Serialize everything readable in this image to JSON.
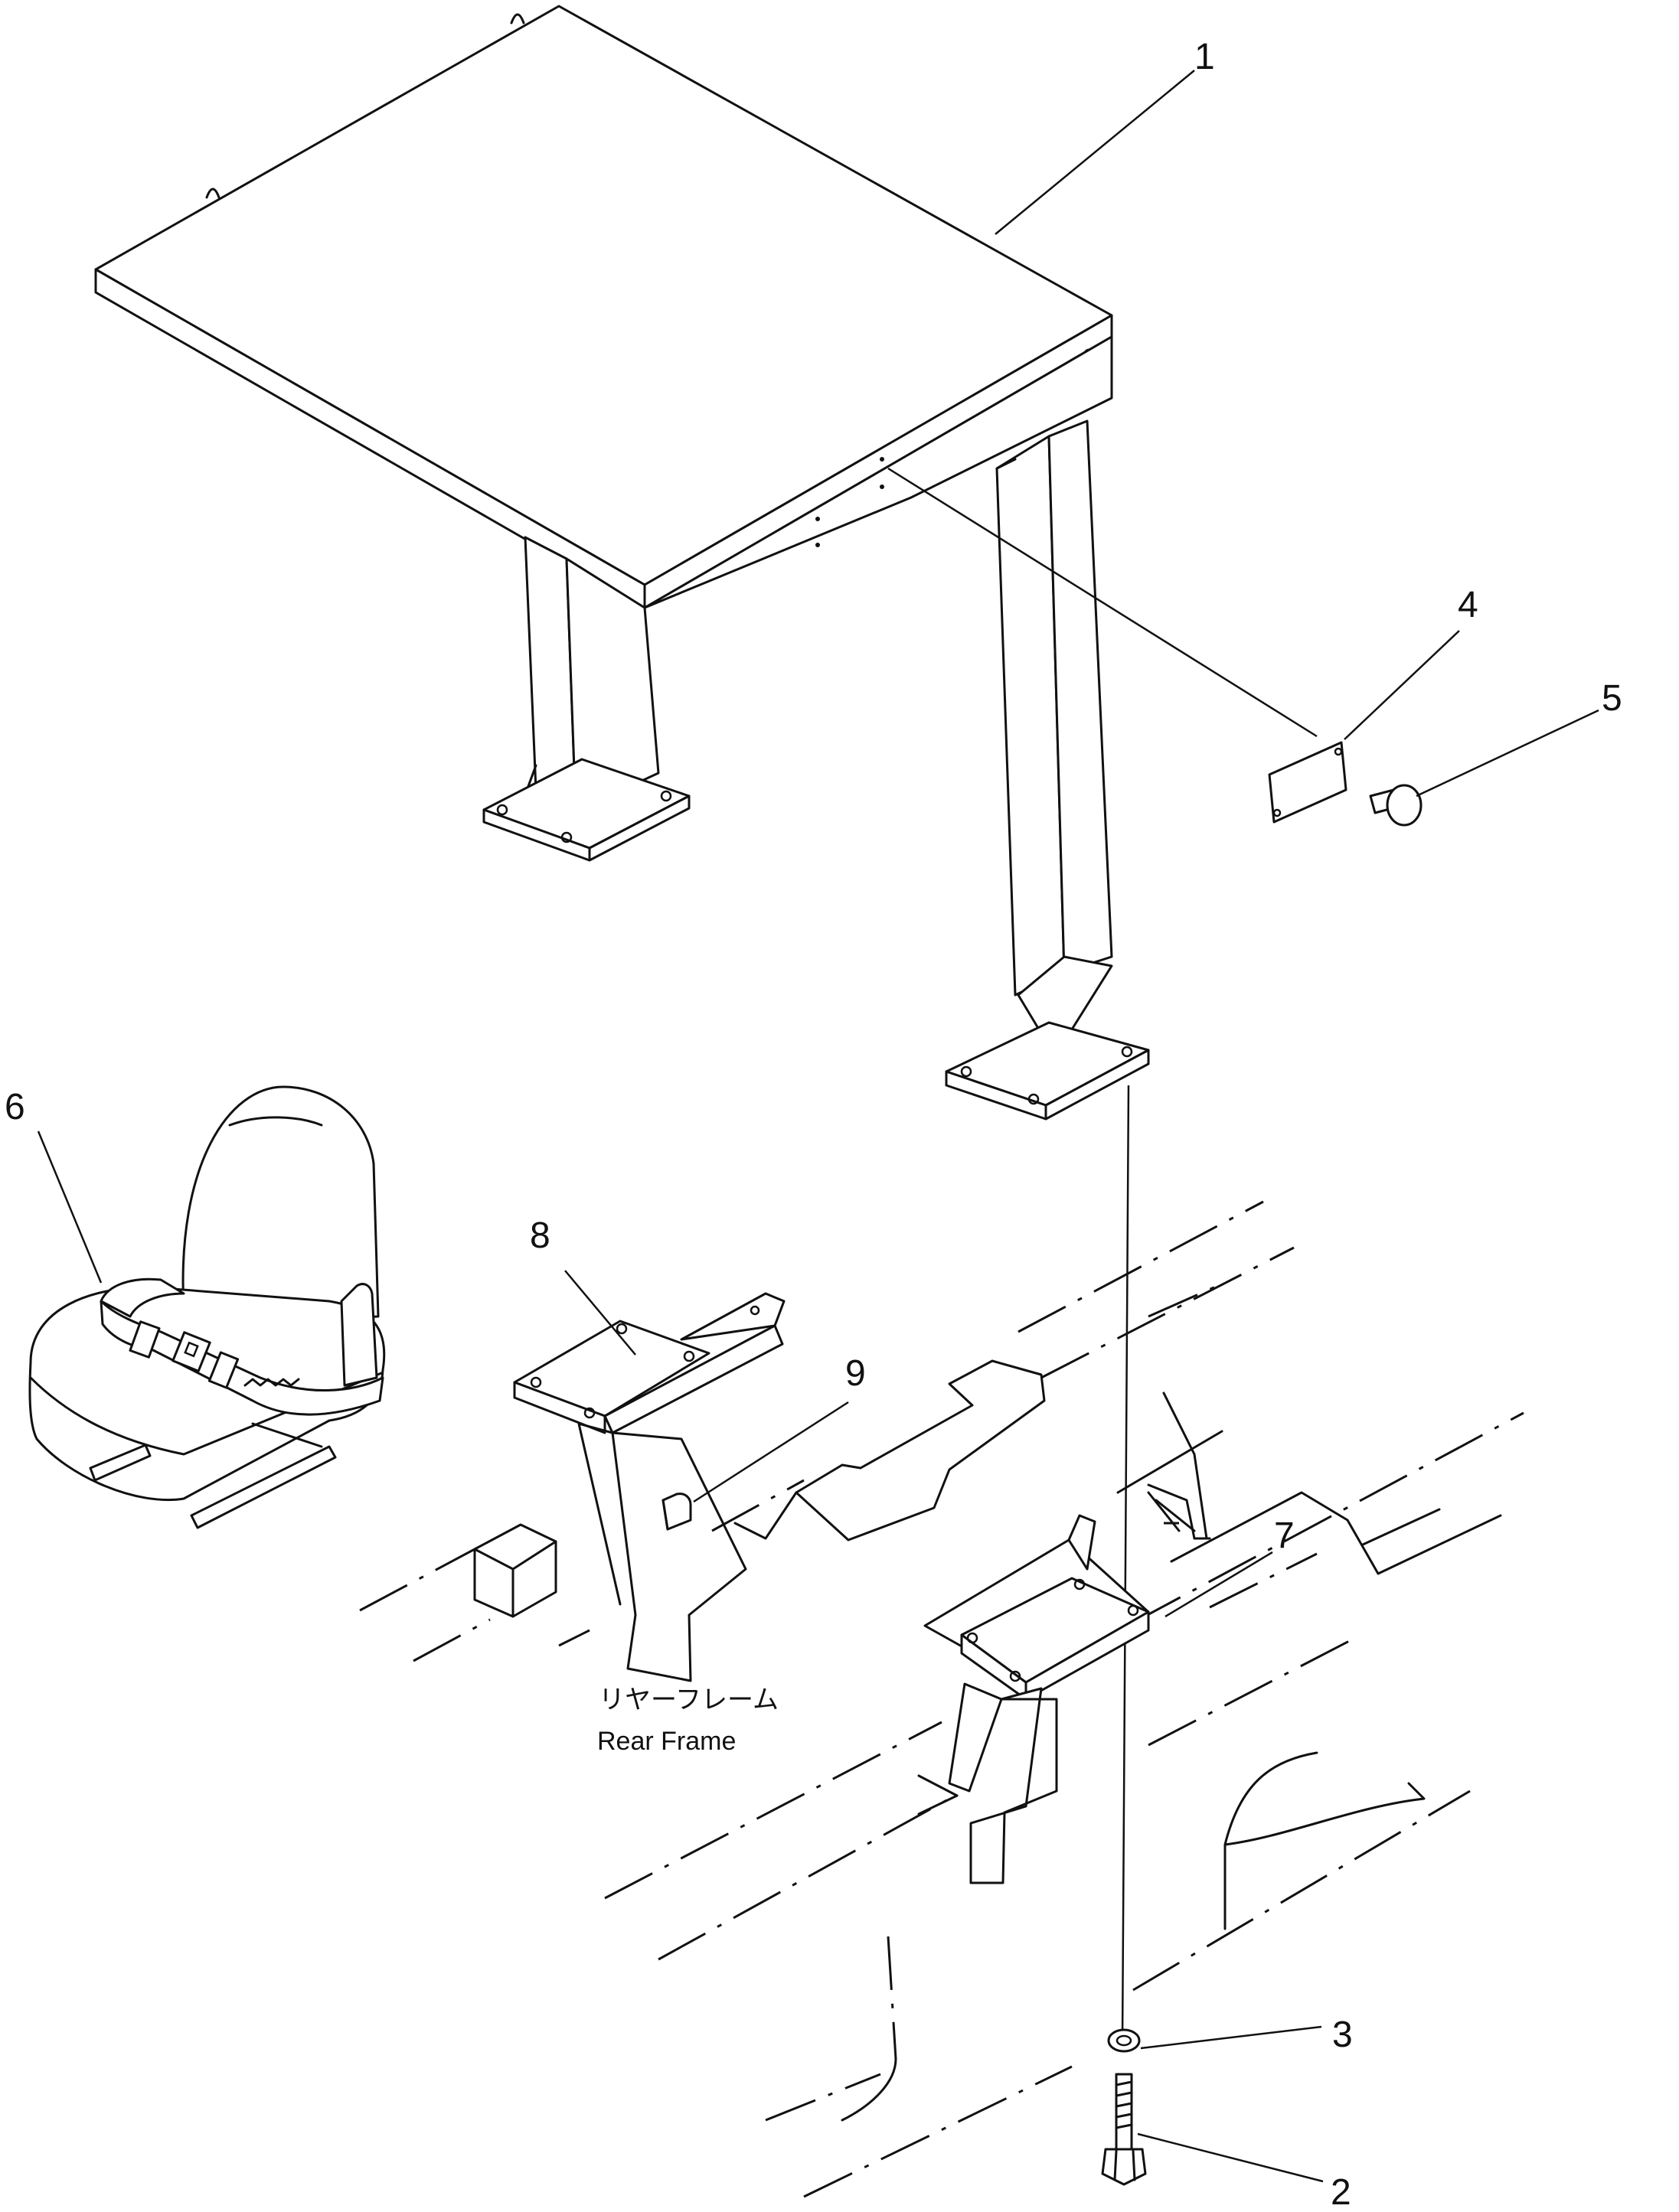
{
  "callouts": [
    {
      "id": "1",
      "label": "1"
    },
    {
      "id": "2",
      "label": "2"
    },
    {
      "id": "3",
      "label": "3"
    },
    {
      "id": "4",
      "label": "4"
    },
    {
      "id": "5",
      "label": "5"
    },
    {
      "id": "6",
      "label": "6"
    },
    {
      "id": "7",
      "label": "7"
    },
    {
      "id": "8",
      "label": "8"
    },
    {
      "id": "9",
      "label": "9"
    }
  ],
  "frame_label": {
    "japanese": "リヤーフレーム",
    "english": "Rear Frame"
  }
}
